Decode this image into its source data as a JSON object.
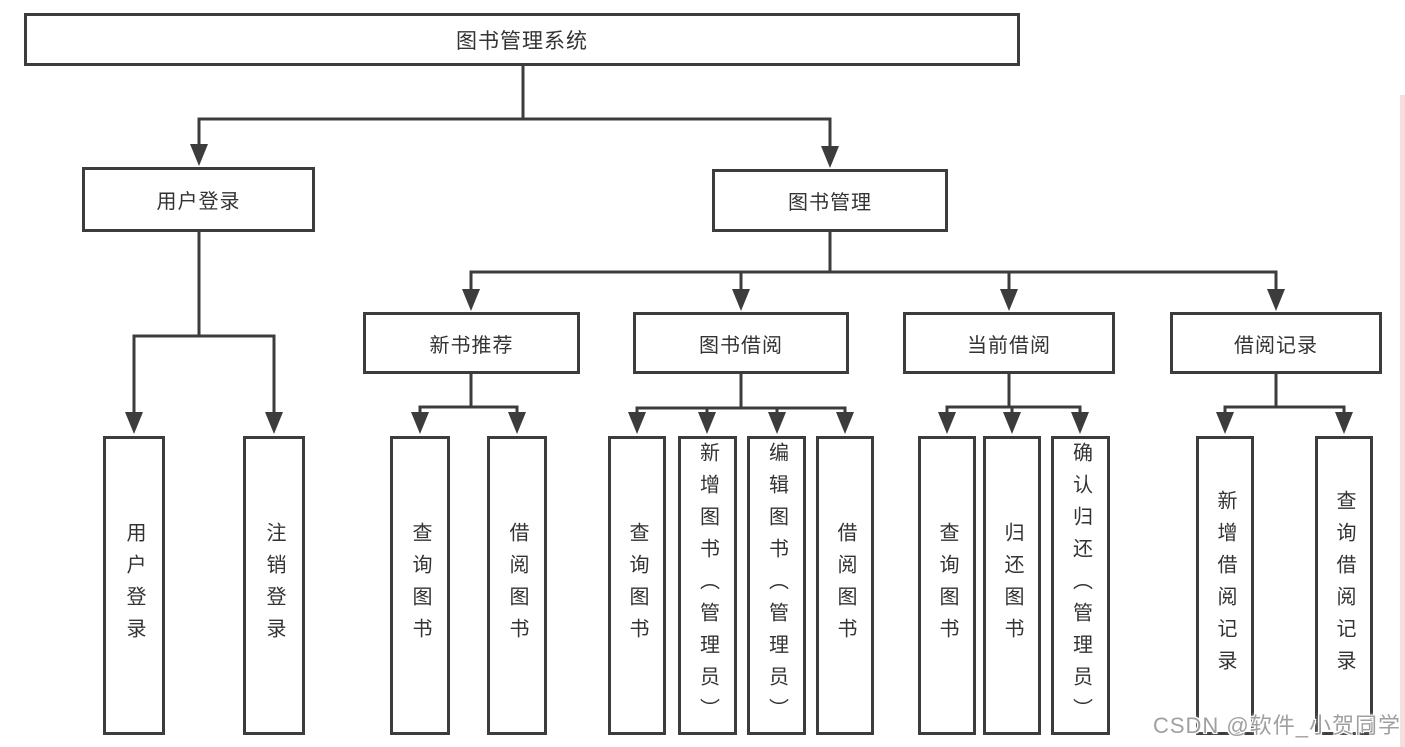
{
  "tree": {
    "root": {
      "label": "图书管理系统"
    },
    "user_login": {
      "label": "用户登录",
      "children": [
        {
          "label": "用户登录"
        },
        {
          "label": "注销登录"
        }
      ]
    },
    "book_mgmt": {
      "label": "图书管理",
      "groups": [
        {
          "label": "新书推荐",
          "children": [
            {
              "label": "查询图书"
            },
            {
              "label": "借阅图书"
            }
          ]
        },
        {
          "label": "图书借阅",
          "children": [
            {
              "label": "查询图书"
            },
            {
              "label": "新增图书（管理员）"
            },
            {
              "label": "编辑图书（管理员）"
            },
            {
              "label": "借阅图书"
            }
          ]
        },
        {
          "label": "当前借阅",
          "children": [
            {
              "label": "查询图书"
            },
            {
              "label": "归还图书"
            },
            {
              "label": "确认归还（管理员）"
            }
          ]
        },
        {
          "label": "借阅记录",
          "children": [
            {
              "label": "新增借阅记录"
            },
            {
              "label": "查询借阅记录"
            }
          ]
        }
      ]
    }
  },
  "watermark": {
    "text": "CSDN @软件_小贺同学"
  },
  "colors": {
    "line": "#3c3c3c",
    "text": "#333333",
    "background": "#ffffff",
    "watermark": "#a0a0a0",
    "right_strip": "#f6dede"
  }
}
